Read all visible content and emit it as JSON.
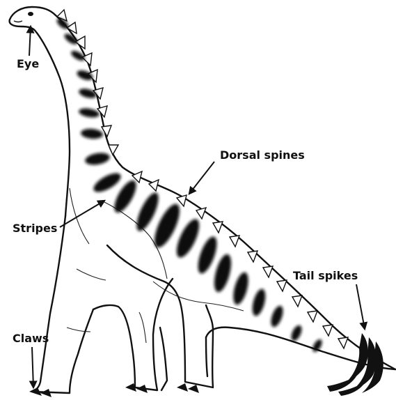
{
  "labels": {
    "eye": "Eye",
    "dorsal_spines": "Dorsal spines",
    "stripes": "Stripes",
    "tail_spikes": "Tail spikes",
    "claws": "Claws"
  },
  "colors": {
    "ink": "#111111",
    "background": "#ffffff"
  }
}
